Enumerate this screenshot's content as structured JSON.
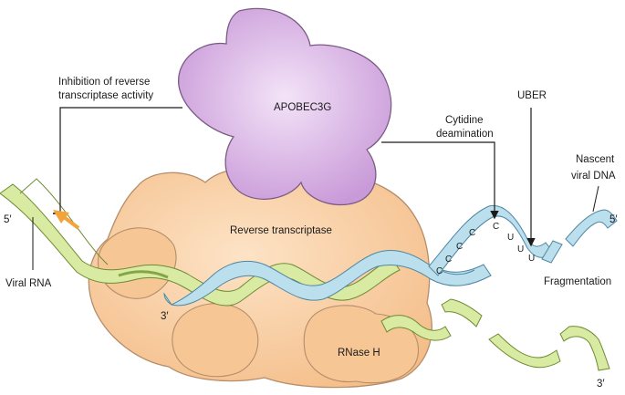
{
  "labels": {
    "apobec": "APOBEC3G",
    "inhibition_line1": "Inhibition of reverse",
    "inhibition_line2": "transcriptase activity",
    "uber": "UBER",
    "cytidine_line1": "Cytidine",
    "cytidine_line2": "deamination",
    "nascent_line1": "Nascent",
    "nascent_line2": "viral DNA",
    "rt": "Reverse transcriptase",
    "viral_rna": "Viral RNA",
    "five_prime_left": "5′",
    "five_prime_right": "5′",
    "three_prime_inner": "3′",
    "three_prime_bottom": "3′",
    "fragmentation": "Fragmentation",
    "rnase": "RNase H"
  },
  "bases": [
    "C",
    "C",
    "C",
    "C",
    "C",
    "U",
    "U",
    "U"
  ],
  "colors": {
    "enzyme_fill": "#f8c99b",
    "enzyme_stroke": "#b58d6a",
    "apobec_fill": "#d3a9e0",
    "apobec_stroke": "#7b5b86",
    "rna_fill": "#d9eba2",
    "rna_stroke": "#6f8a33",
    "dna_fill": "#bcdfee",
    "dna_stroke": "#4f87a1",
    "arrow_orange": "#f2a33c"
  }
}
